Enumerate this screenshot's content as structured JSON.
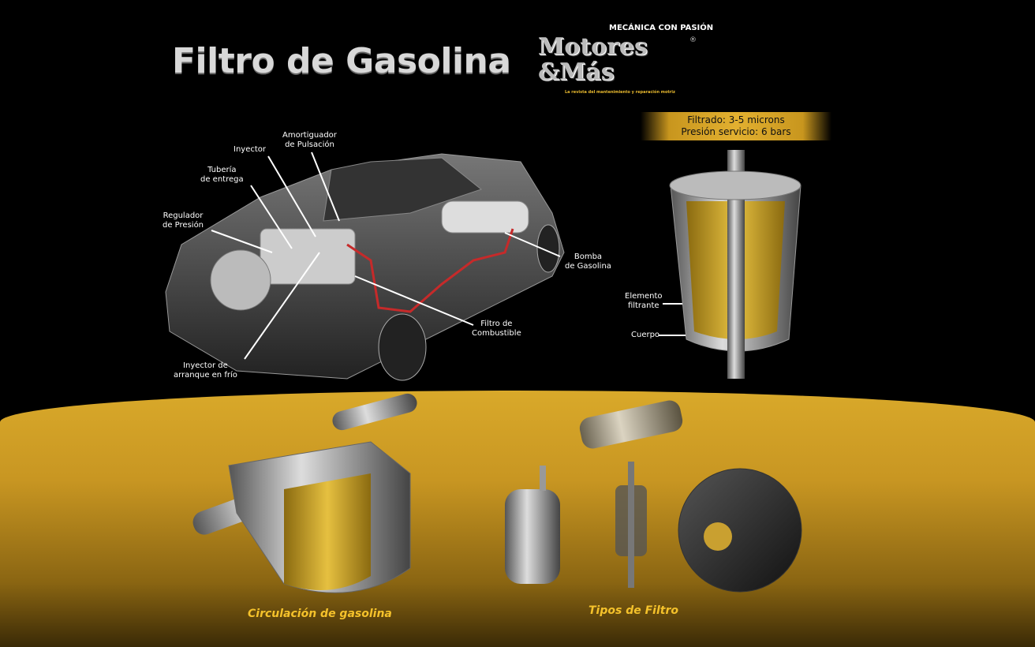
{
  "title": "Filtro de Gasolina",
  "logo": {
    "top": "MECÁNICA CON PASIÓN",
    "line1": "Motores",
    "line2": "&Más",
    "reg": "®",
    "tagline": "La revista del mantenimiento y reparación motriz"
  },
  "spec": {
    "line1": "Filtrado: 3-5 microns",
    "line2": "Presión servicio: 6 bars"
  },
  "car_labels": {
    "amortiguador": [
      "Amortiguador",
      "de Pulsación"
    ],
    "inyector": "Inyector",
    "tuberia": [
      "Tubería",
      "de entrega"
    ],
    "regulador": [
      "Regulador",
      "de Presión"
    ],
    "bomba": [
      "Bomba",
      "de Gasolina"
    ],
    "filtro": [
      "Filtro de",
      "Combustible"
    ],
    "inyector_frio": [
      "Inyector de",
      "arranque en frío"
    ]
  },
  "filter_labels": {
    "elemento": [
      "Elemento",
      "filtrante"
    ],
    "cuerpo": "Cuerpo"
  },
  "captions": {
    "circulacion": "Circulación de gasolina",
    "tipos": "Tipos de Filtro"
  },
  "colors": {
    "gold": "#e2b030",
    "fuel_line": "#c62a2a"
  }
}
